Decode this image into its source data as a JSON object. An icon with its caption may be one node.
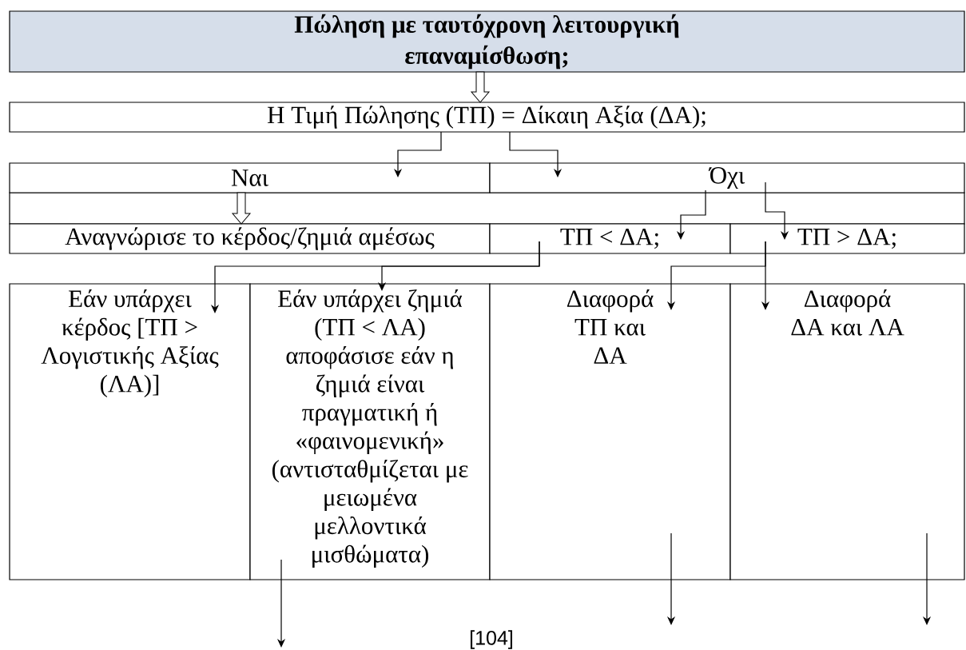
{
  "diagram": {
    "nodes": [
      {
        "text": [
          "Πώληση με ταυτόχρονη λειτουργική επαναμίσθωση;"
        ]
      },
      {
        "text": [
          "Η Τιμή Πώλησης (ΤΠ) = Δίκαιη Αξία (ΔΑ);"
        ]
      },
      {
        "text": [
          "Ναι"
        ]
      },
      {
        "text": [
          "Όχι"
        ]
      },
      {
        "text": [
          "Αναγνώρισε το κέρδος/ζημιά αμέσως"
        ]
      },
      {
        "text": [
          "ΤΠ < ΔΑ;"
        ]
      },
      {
        "text": [
          "ΤΠ > ΔΑ;"
        ]
      },
      {
        "text": [
          "Εάν υπάρχει κέρδος [ΤΠ > Λογιστικής Αξίας (ΛΑ)]"
        ]
      },
      {
        "text": [
          "Εάν υπάρχει ζημιά (ΤΠ < ΛΑ) αποφάσισε εάν η ζημιά είναι πραγματική ή «φαινομενική» (αντισταθμίζεται με μειωμένα μελλοντικά μισθώματα)"
        ]
      },
      {
        "text": [
          "Διαφορά ΤΠ και ΔΑ"
        ]
      },
      {
        "text": [
          "Διαφορά ΔΑ και ΛΑ"
        ]
      }
    ],
    "edges": [
      {
        "from": 0,
        "to": 1,
        "arrow": "to",
        "style": "thick"
      },
      {
        "from": 1,
        "to": 2,
        "arrow": "to"
      },
      {
        "from": 1,
        "to": 3,
        "arrow": "to"
      },
      {
        "from": 2,
        "to": 4,
        "arrow": "to",
        "style": "thick"
      },
      {
        "from": 3,
        "to": 5,
        "arrow": "to"
      },
      {
        "from": 3,
        "to": 6,
        "arrow": "to"
      },
      {
        "from": 5,
        "to": 7,
        "arrow": "to"
      },
      {
        "from": 5,
        "to": 8,
        "arrow": "to"
      },
      {
        "from": 6,
        "to": 9,
        "arrow": "to"
      },
      {
        "from": 6,
        "to": 10,
        "arrow": "to"
      },
      {
        "from": 8,
        "to": null,
        "arrow": "to"
      },
      {
        "from": 9,
        "to": null,
        "arrow": "to"
      },
      {
        "from": 10,
        "to": null,
        "arrow": "to"
      }
    ],
    "labels": [
      "[104]"
    ]
  }
}
